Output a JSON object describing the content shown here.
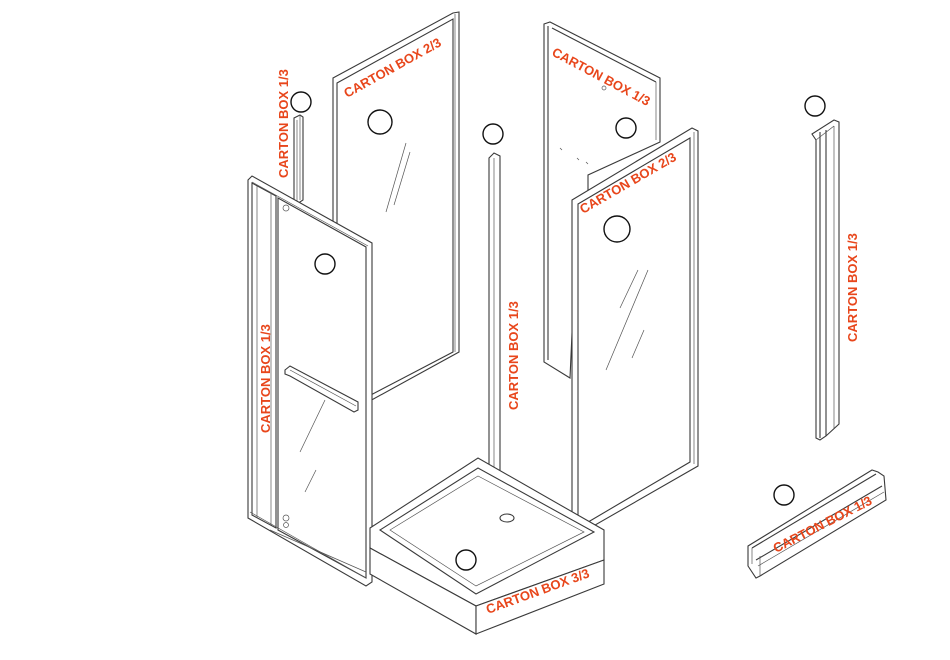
{
  "accent_color": "#e8461b",
  "labels": {
    "left_post": "CARTON BOX 1/3",
    "back_left_panel": "CARTON BOX 2/3",
    "door": "CARTON BOX 1/3",
    "center_post": "CARTON BOX 1/3",
    "back_right_panel": "CARTON BOX 1/3",
    "front_right_panel": "CARTON BOX 2/3",
    "right_profile": "CARTON BOX 1/3",
    "base_tray": "CARTON BOX 3/3",
    "bottom_rail": "CARTON BOX 1/3"
  }
}
